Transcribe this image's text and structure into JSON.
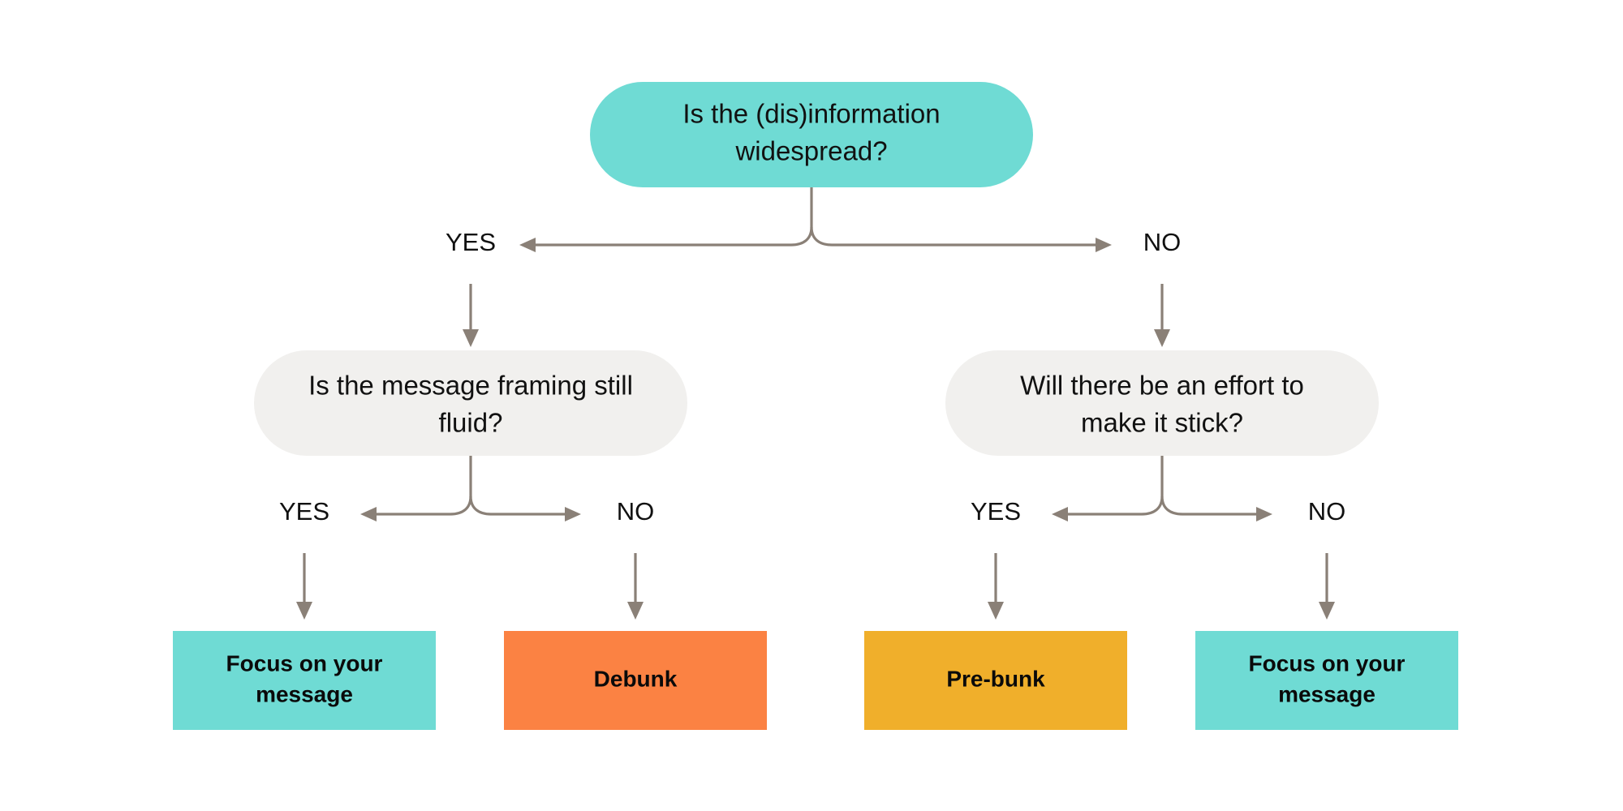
{
  "diagram": {
    "type": "decision-tree-flowchart",
    "background_color": "#ffffff",
    "connector_color": "#8a8077",
    "colors": {
      "teal": "#6fdbd4",
      "light_gray": "#f1f0ee",
      "orange": "#fb8243",
      "amber": "#f0af2b",
      "text": "#111111"
    },
    "root": {
      "id": "root-question",
      "shape": "pill",
      "color": "#6fdbd4",
      "line1": "Is the (dis)information",
      "line2": "widespread?"
    },
    "level1_labels": {
      "yes": "YES",
      "no": "NO"
    },
    "level1": [
      {
        "id": "question-message-framing",
        "shape": "pill",
        "color": "#f1f0ee",
        "line1": "Is the message framing still",
        "line2": "fluid?",
        "branch_labels": {
          "yes": "YES",
          "no": "NO"
        }
      },
      {
        "id": "question-effort-stick",
        "shape": "pill",
        "color": "#f1f0ee",
        "line1": "Will there be an effort to",
        "line2": "make it stick?",
        "branch_labels": {
          "yes": "YES",
          "no": "NO"
        }
      }
    ],
    "results": [
      {
        "id": "result-focus-left",
        "shape": "rect",
        "color": "#6fdbd4",
        "line1": "Focus on your",
        "line2": "message",
        "single_line": ""
      },
      {
        "id": "result-debunk",
        "shape": "rect",
        "color": "#fb8243",
        "line1": "",
        "line2": "",
        "single_line": "Debunk"
      },
      {
        "id": "result-prebunk",
        "shape": "rect",
        "color": "#f0af2b",
        "line1": "",
        "line2": "",
        "single_line": "Pre-bunk"
      },
      {
        "id": "result-focus-right",
        "shape": "rect",
        "color": "#6fdbd4",
        "line1": "Focus on your",
        "line2": "message",
        "single_line": ""
      }
    ]
  }
}
